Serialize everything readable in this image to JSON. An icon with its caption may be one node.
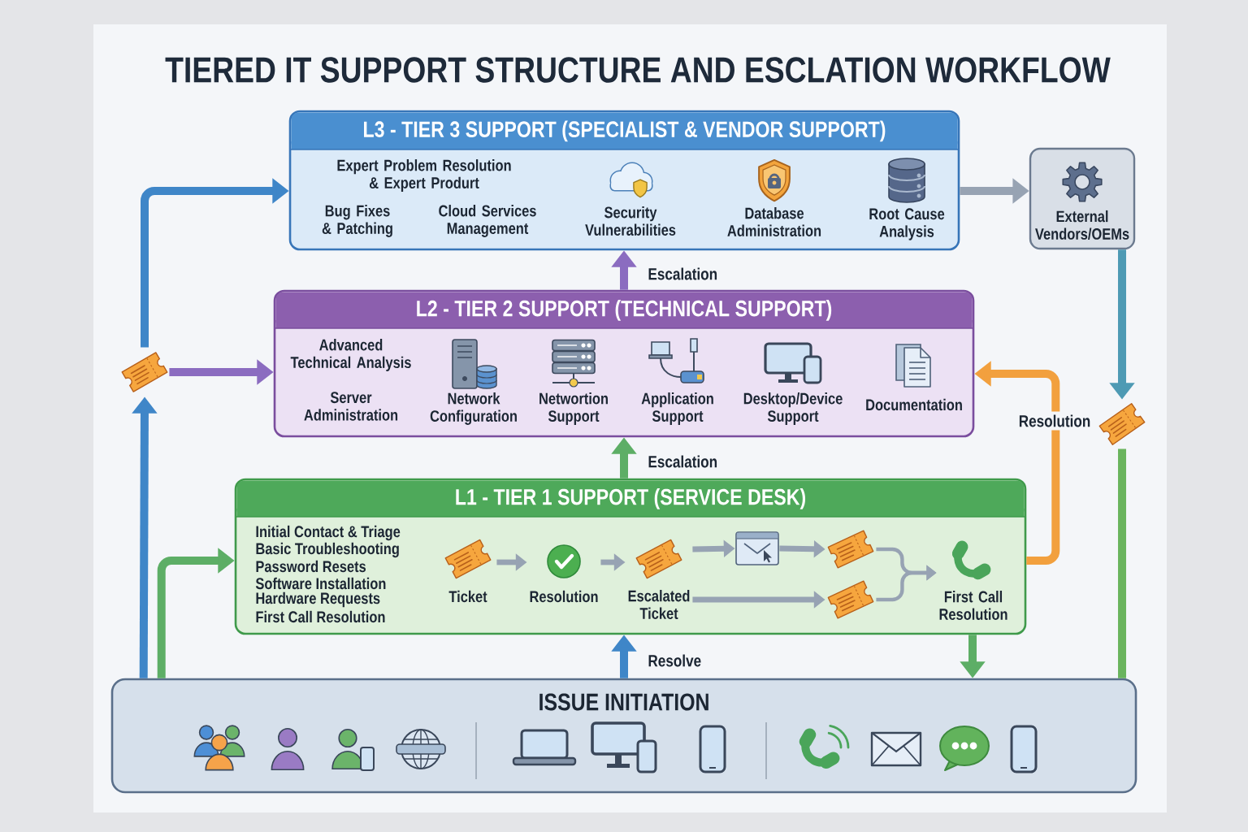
{
  "diagram": {
    "title": "TIERED IT SUPPORT STRUCTURE AND ESCLATION WORKFLOW",
    "nodes": [
      {
        "text": [
          "L3 - TIER 3 SUPPORT (SPECIALIST & VENDOR SUPPORT)",
          "Expert Problem Resolution & Expert Produrt",
          "Bug Fixes & Patching",
          "Cloud Services Management",
          "Security Vulnerabilities",
          "Database Administration",
          "Root Cause Analysis"
        ]
      },
      {
        "text": [
          "External Vendors/OEMs"
        ]
      },
      {
        "text": [
          "L2 - TIER 2 SUPPORT (TECHNICAL SUPPORT)",
          "Advanced Technical Analysis",
          "Server Administration",
          "Network Configuration",
          "Networtion Support",
          "Application Support",
          "Desktop/Device Support",
          "Documentation"
        ]
      },
      {
        "text": [],
        "shape": "picture"
      },
      {
        "text": [],
        "shape": "picture"
      },
      {
        "text": [
          "L1 - TIER 1 SUPPORT (SERVICE DESK)",
          "Initial Contact & Triage",
          "Basic Troubleshooting",
          "Password Resets",
          "Software Installation",
          "Hardware Requests",
          "First Call Resolution"
        ]
      },
      {
        "text": [
          "Ticket"
        ],
        "in": 5
      },
      {
        "text": [
          "Resolution"
        ],
        "in": 5
      },
      {
        "text": [
          "Escalated Ticket"
        ],
        "in": 5
      },
      {
        "text": [],
        "shape": "picture",
        "in": 5
      },
      {
        "text": [],
        "shape": "picture",
        "in": 5
      },
      {
        "text": [],
        "shape": "picture",
        "in": 5
      },
      {
        "text": [
          "First Call Resolution"
        ],
        "in": 5
      },
      {
        "text": [
          "ISSUE INITIATION"
        ]
      }
    ],
    "edges": [
      {
        "from": 13,
        "to": 3,
        "arrow": "to",
        "color": "#3f86c8"
      },
      {
        "from": 13,
        "to": 5,
        "arrow": "to",
        "color": "#5dae66"
      },
      {
        "from": 3,
        "to": 0,
        "arrow": "to",
        "color": "#3f86c8"
      },
      {
        "from": 3,
        "to": 2,
        "arrow": "to",
        "color": "#8b6cc0"
      },
      {
        "from": 5,
        "to": 2,
        "arrow": "to",
        "label": "Escalation",
        "color": "#5dae66"
      },
      {
        "from": 2,
        "to": 0,
        "arrow": "to",
        "label": "Escalation",
        "color": "#8b6cc0"
      },
      {
        "from": 13,
        "to": 5,
        "arrow": "to",
        "label": "Resolve",
        "color": "#3f86c8"
      },
      {
        "from": 5,
        "to": 13,
        "arrow": "to",
        "color": "#5dae66"
      },
      {
        "from": 0,
        "to": 1,
        "arrow": "to"
      },
      {
        "from": 1,
        "to": 4,
        "arrow": "to",
        "color": "#4e9ab4"
      },
      {
        "from": 4,
        "to": 13,
        "arrow": "none",
        "color": "#6ab45e"
      },
      {
        "from": 5,
        "to": 2,
        "arrow": "to",
        "label": "Resolution",
        "color": "#f2a03e"
      },
      {
        "from": 6,
        "to": 7,
        "arrow": "to"
      },
      {
        "from": 7,
        "to": 8,
        "arrow": "to"
      },
      {
        "from": 8,
        "to": 9,
        "arrow": "to"
      },
      {
        "from": 9,
        "to": 10,
        "arrow": "to"
      },
      {
        "from": 8,
        "to": 11,
        "arrow": "to"
      },
      {
        "from": 10,
        "to": 12,
        "arrow": "to"
      },
      {
        "from": 11,
        "to": 12,
        "arrow": "to"
      }
    ]
  }
}
